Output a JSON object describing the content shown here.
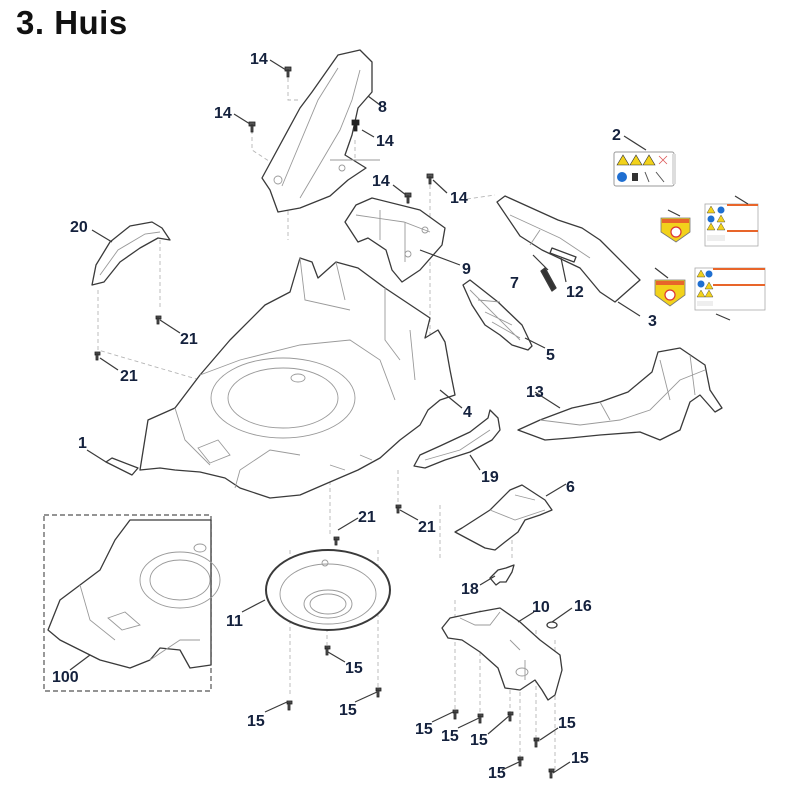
{
  "page": {
    "title": "3. Huis"
  },
  "diagram": {
    "inset_label": "100",
    "callouts": [
      {
        "id": "c1",
        "part": "1"
      },
      {
        "id": "c2",
        "part": "2"
      },
      {
        "id": "c3",
        "part": "3"
      },
      {
        "id": "c4",
        "part": "4"
      },
      {
        "id": "c5",
        "part": "5"
      },
      {
        "id": "c6",
        "part": "6"
      },
      {
        "id": "c7",
        "part": "7"
      },
      {
        "id": "c8",
        "part": "8"
      },
      {
        "id": "c9",
        "part": "9"
      },
      {
        "id": "c10",
        "part": "10"
      },
      {
        "id": "c11",
        "part": "11"
      },
      {
        "id": "c12",
        "part": "12"
      },
      {
        "id": "c13",
        "part": "13"
      },
      {
        "id": "c14a",
        "part": "14"
      },
      {
        "id": "c14b",
        "part": "14"
      },
      {
        "id": "c14c",
        "part": "14"
      },
      {
        "id": "c14d",
        "part": "14"
      },
      {
        "id": "c14e",
        "part": "14"
      },
      {
        "id": "c15a",
        "part": "15"
      },
      {
        "id": "c15b",
        "part": "15"
      },
      {
        "id": "c15c",
        "part": "15"
      },
      {
        "id": "c15d",
        "part": "15"
      },
      {
        "id": "c15e",
        "part": "15"
      },
      {
        "id": "c15f",
        "part": "15"
      },
      {
        "id": "c15g",
        "part": "15"
      },
      {
        "id": "c15h",
        "part": "15"
      },
      {
        "id": "c15i",
        "part": "15"
      },
      {
        "id": "c16",
        "part": "16"
      },
      {
        "id": "c18",
        "part": "18"
      },
      {
        "id": "c19",
        "part": "19"
      },
      {
        "id": "c20",
        "part": "20"
      },
      {
        "id": "c21a",
        "part": "21"
      },
      {
        "id": "c21b",
        "part": "21"
      },
      {
        "id": "c21c",
        "part": "21"
      },
      {
        "id": "c21d",
        "part": "21"
      }
    ]
  },
  "colors": {
    "label": "#14213d",
    "warning_yellow": "#f2d21b",
    "warning_orange": "#e8652a",
    "mandatory_blue": "#1f6fd1"
  }
}
